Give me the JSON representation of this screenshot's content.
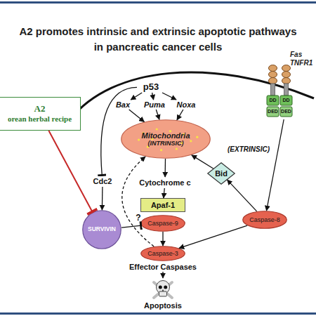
{
  "diagram": {
    "title": "A2 promotes intrinsic and extrinsic apoptotic pathways in pancreatic cancer cells",
    "nodes": [
      {
        "text": [
          "A2",
          "orean herbal recipe"
        ]
      },
      {
        "text": [
          "Fas TNFR1"
        ]
      },
      {
        "text": [
          "p53"
        ]
      },
      {
        "text": [
          "Bax"
        ]
      },
      {
        "text": [
          "Puma"
        ]
      },
      {
        "text": [
          "Noxa"
        ]
      },
      {
        "text": [
          "Mitochondria",
          "(INTRINSIC)"
        ]
      },
      {
        "text": [
          "Bid"
        ]
      },
      {
        "text": [
          "Cdc2"
        ]
      },
      {
        "text": [
          "Cytochrome c"
        ]
      },
      {
        "text": [
          "Apaf-1"
        ]
      },
      {
        "text": [
          "SURVIVIN"
        ]
      },
      {
        "text": [
          "Caspase-8"
        ]
      },
      {
        "text": [
          "Caspase-9"
        ]
      },
      {
        "text": [
          "Caspase-3"
        ]
      },
      {
        "text": [
          "Effector Caspases"
        ]
      },
      {
        "text": [
          "Apoptosis"
        ]
      }
    ],
    "edges": [
      {
        "from": 0,
        "to": 11,
        "arrow": "to"
      },
      {
        "from": 2,
        "to": 3,
        "arrow": "to"
      },
      {
        "from": 2,
        "to": 4,
        "arrow": "to"
      },
      {
        "from": 2,
        "to": 5,
        "arrow": "to"
      },
      {
        "from": 2,
        "to": 8,
        "arrow": "to"
      },
      {
        "from": 3,
        "to": 6,
        "arrow": "to"
      },
      {
        "from": 4,
        "to": 6,
        "arrow": "to"
      },
      {
        "from": 5,
        "to": 6,
        "arrow": "to"
      },
      {
        "from": 1,
        "to": 12,
        "arrow": "to"
      },
      {
        "from": 8,
        "to": 11,
        "arrow": "to"
      },
      {
        "from": 6,
        "to": 9,
        "arrow": "to"
      },
      {
        "from": 9,
        "to": 10,
        "arrow": "to"
      },
      {
        "from": 11,
        "to": 13,
        "label": "?",
        "arrow": "to"
      },
      {
        "from": 12,
        "to": 7,
        "arrow": "to"
      },
      {
        "from": 7,
        "to": 6,
        "arrow": "to"
      },
      {
        "from": 12,
        "to": 14,
        "arrow": "to"
      },
      {
        "from": 13,
        "to": 14,
        "arrow": "to"
      },
      {
        "from": 14,
        "to": 6,
        "arrow": "to"
      },
      {
        "from": 15,
        "to": 16,
        "arrow": "to"
      }
    ],
    "labels": [
      "(EXTRINSIC)",
      "DD",
      "DD",
      "DED",
      "DED"
    ]
  }
}
